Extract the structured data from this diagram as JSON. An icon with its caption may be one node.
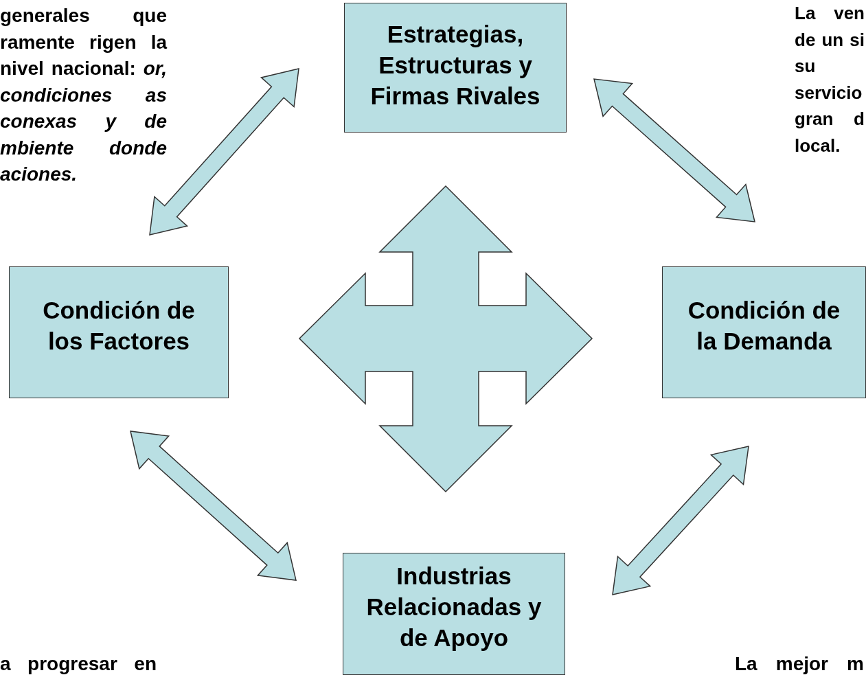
{
  "diagram": {
    "nodes": [
      {
        "text": [
          "Estrategias, Estructuras y Firmas Rivales"
        ]
      },
      {
        "text": [
          "Condición de los Factores"
        ]
      },
      {
        "text": [
          "Condición de la Demanda"
        ]
      },
      {
        "text": [
          "Industrias Relacionadas y de Apoyo"
        ]
      },
      {
        "text": [],
        "shape": "arrow"
      }
    ],
    "edges": [
      {
        "from": 0,
        "to": 1,
        "arrow": "both"
      },
      {
        "from": 0,
        "to": 2,
        "arrow": "both"
      },
      {
        "from": 1,
        "to": 3,
        "arrow": "both"
      },
      {
        "from": 3,
        "to": 2,
        "arrow": "both"
      }
    ],
    "labels": [
      "generales que ramente rigen la nivel nacional: *or, condiciones as conexas y de mbiente donde aciones.*",
      "La ven de un si su servicio gran d local.",
      "a progresar en",
      "La mejor m"
    ]
  }
}
